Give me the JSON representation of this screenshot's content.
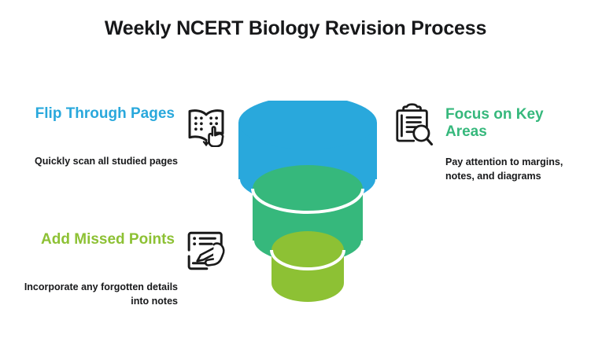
{
  "page": {
    "title": "Weekly NCERT Biology Revision Process",
    "background_color": "#ffffff"
  },
  "colors": {
    "blue": "#29A8DC",
    "green": "#36B87C",
    "lime": "#8DC134",
    "text_dark": "#17181a",
    "icon_stroke": "#1a1a1a",
    "separator": "#ffffff"
  },
  "items": [
    {
      "id": "flip-through-pages",
      "side": "left",
      "heading": "Flip Through Pages",
      "description": "Quickly scan all studied pages",
      "color": "#29A8DC",
      "icon": "open-book-with-pointing-hand-icon"
    },
    {
      "id": "focus-on-key-areas",
      "side": "right",
      "heading": "Focus on Key Areas",
      "description": "Pay attention to margins, notes, and diagrams",
      "color": "#36B87C",
      "icon": "clipboard-magnifier-icon"
    },
    {
      "id": "add-missed-points",
      "side": "left",
      "heading": "Add Missed Points",
      "description": "Incorporate any forgotten details into notes",
      "color": "#8DC134",
      "icon": "notepad-writing-hand-icon"
    }
  ],
  "funnel": {
    "name": "three-tier-funnel-diagram",
    "tiers": [
      {
        "label": "Flip Through Pages",
        "color": "#29A8DC",
        "level": 1
      },
      {
        "label": "Focus on Key Areas",
        "color": "#36B87C",
        "level": 2
      },
      {
        "label": "Add Missed Points",
        "color": "#8DC134",
        "level": 3
      }
    ]
  }
}
